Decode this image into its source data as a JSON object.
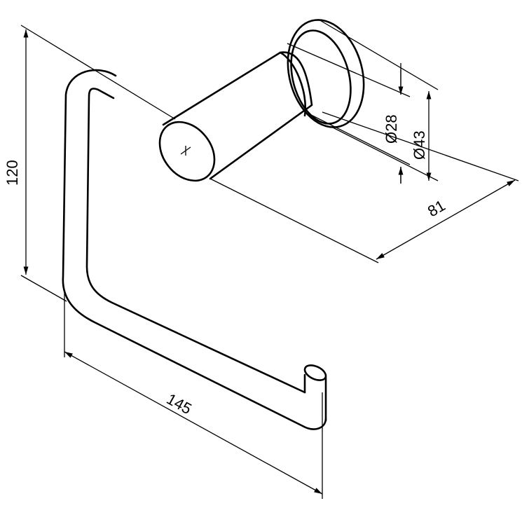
{
  "drawing": {
    "dimensions": {
      "height": "120",
      "width": "145",
      "depth": "81",
      "diameter_inner": "Ø28",
      "diameter_outer": "Ø43"
    },
    "line_color": "#000000",
    "background": "#ffffff"
  }
}
